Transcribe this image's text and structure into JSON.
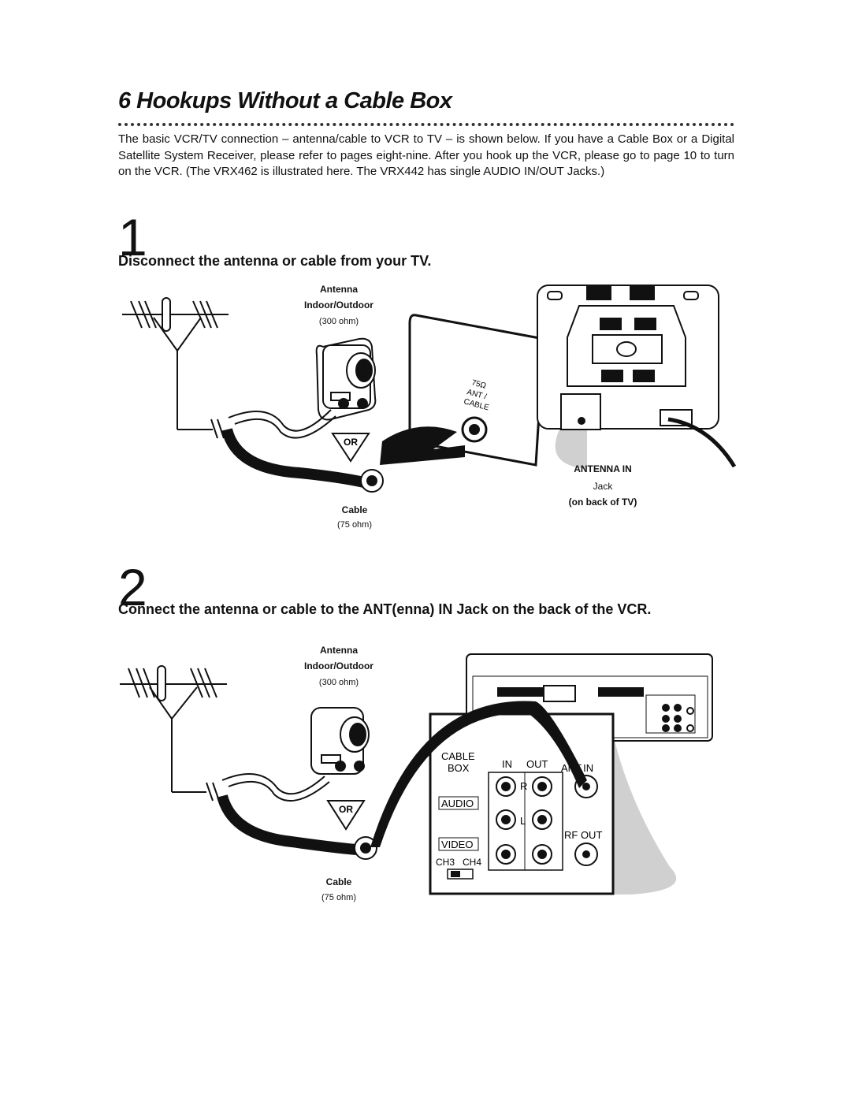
{
  "page": {
    "title": "6 Hookups Without a Cable Box",
    "intro": "The basic VCR/TV connection – antenna/cable to VCR to TV – is shown below. If you have a Cable Box or a Digital Satellite System Receiver,  please refer to pages eight-nine. After you hook up the VCR, please go to page 10 to turn on the VCR. (The VRX462 is illustrated here. The VRX442 has single AUDIO IN/OUT Jacks.)"
  },
  "step1": {
    "number": "1",
    "heading": "Disconnect the antenna or cable from your TV.",
    "antenna_label": "Antenna",
    "antenna_type": "Indoor/Outdoor",
    "antenna_ohm": "(300 ohm)",
    "or_label": "OR",
    "cable_label": "Cable",
    "cable_ohm": "(75 ohm)",
    "jack_text": [
      "75Ω",
      "ANT /",
      "CABLE"
    ],
    "antenna_in_label": "ANTENNA IN",
    "jack_label": "Jack",
    "back_of_tv": "(on back of TV)"
  },
  "step2": {
    "number": "2",
    "heading": "Connect the antenna or cable to the ANT(enna) IN Jack on the back of the VCR.",
    "antenna_label": "Antenna",
    "antenna_type": "Indoor/Outdoor",
    "antenna_ohm": "(300 ohm)",
    "or_label": "OR",
    "cable_label": "Cable",
    "cable_ohm": "(75 ohm)",
    "panel": {
      "cable_box": [
        "CABLE",
        "BOX"
      ],
      "in_label": "IN",
      "out_label": "OUT",
      "ant_in": "ANT.IN",
      "r_label": "R",
      "l_label": "L",
      "audio": "AUDIO",
      "video": "VIDEO",
      "rf_out": "RF OUT",
      "ch_switch": "CH3   CH4"
    }
  }
}
